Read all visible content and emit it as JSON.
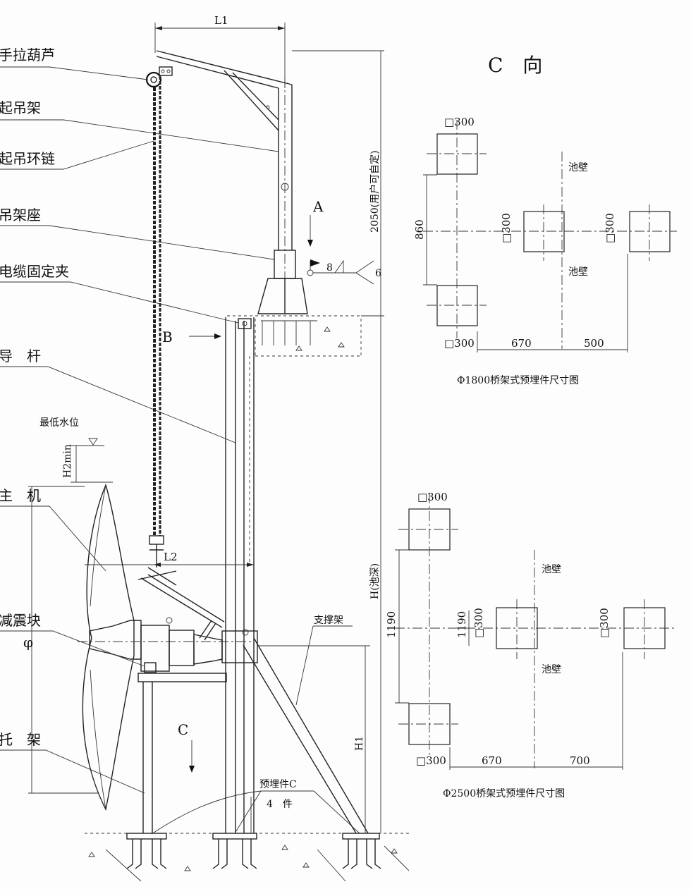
{
  "labels": {
    "hoist": "手拉葫芦",
    "lifting_frame": "起吊架",
    "lifting_chain": "起吊环链",
    "frame_base": "吊架座",
    "cable_clamp": "电缆固定夹",
    "guide_rod": "导　杆",
    "main_unit": "主　机",
    "damper": "减震块",
    "bracket": "托　架",
    "support_frame": "支撑架",
    "embedded_part": "预埋件C",
    "embedded_count": "4　件",
    "min_water_level": "最低水位"
  },
  "dimensions": {
    "L1": "L1",
    "L2": "L2",
    "height_2050": "2050(用户可自定)",
    "H_depth": "H(池深)",
    "H1": "H1",
    "H2min": "H2min",
    "phi": "φ",
    "weld_8": "8",
    "weld_6": "6"
  },
  "views": {
    "arrow_A": "A",
    "arrow_B": "B",
    "arrow_C": "C",
    "c_view_title": "C　向"
  },
  "plan_1800": {
    "caption": "Φ1800桥架式预埋件尺寸图",
    "sq_top": "□300",
    "sq_bottom": "□300",
    "sq_mid1": "□300",
    "sq_mid2": "□300",
    "spacing": "860",
    "dim_670": "670",
    "dim_500": "500",
    "wall_top": "池壁",
    "wall_bottom": "池壁"
  },
  "plan_2500": {
    "caption": "Φ2500桥架式预埋件尺寸图",
    "sq_top": "□300",
    "sq_bottom": "□300",
    "sq_mid1": "□300",
    "sq_mid2": "□300",
    "spacing_left": "1190",
    "spacing_right": "1190",
    "dim_670": "670",
    "dim_700": "700",
    "wall_top": "池壁",
    "wall_bottom": "池壁"
  }
}
